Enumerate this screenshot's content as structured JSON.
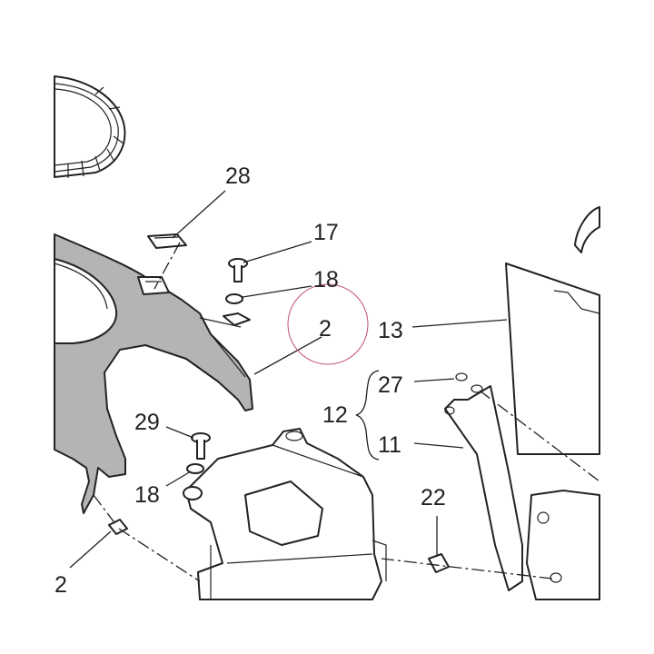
{
  "diagram": {
    "labels": [
      "28",
      "17",
      "18",
      "2",
      "13",
      "27",
      "12",
      "11",
      "29",
      "18",
      "22",
      "2"
    ],
    "colors": {
      "line": "#222222",
      "part_fill_dark": "#b4b4b4",
      "part_fill_light": "#ffffff",
      "highlight_circle": "#c0506a"
    }
  }
}
